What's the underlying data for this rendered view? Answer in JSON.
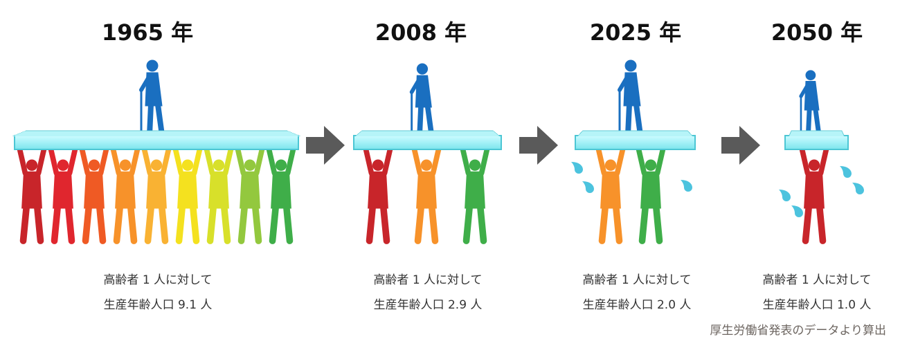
{
  "panels": [
    {
      "year": "1965 年",
      "caption_line1": "高齢者 1 人に対して",
      "caption_line2": "生産年齢人口 9.1 人",
      "supporters": 9.1,
      "supporter_colors": [
        "#c8252a",
        "#e0262e",
        "#ef5a24",
        "#f7922a",
        "#f9b233",
        "#f4e11f",
        "#d8e02a",
        "#93c83e",
        "#3fae49"
      ]
    },
    {
      "year": "2008 年",
      "caption_line1": "高齢者 1 人に対して",
      "caption_line2": "生産年齢人口 2.9 人",
      "supporters": 2.9,
      "supporter_colors": [
        "#c8252a",
        "#f7922a",
        "#3fae49"
      ]
    },
    {
      "year": "2025 年",
      "caption_line1": "高齢者 1 人に対して",
      "caption_line2": "生産年齢人口 2.0 人",
      "supporters": 2.0,
      "supporter_colors": [
        "#f7922a",
        "#3fae49"
      ]
    },
    {
      "year": "2050 年",
      "caption_line1": "高齢者 1 人に対して",
      "caption_line2": "生産年齢人口 1.0 人",
      "supporters": 1.0,
      "supporter_colors": [
        "#c8252a"
      ]
    }
  ],
  "elder_color": "#1a6fc0",
  "arrow_color": "#5a5a5a",
  "source": "厚生労働省発表のデータより算出"
}
